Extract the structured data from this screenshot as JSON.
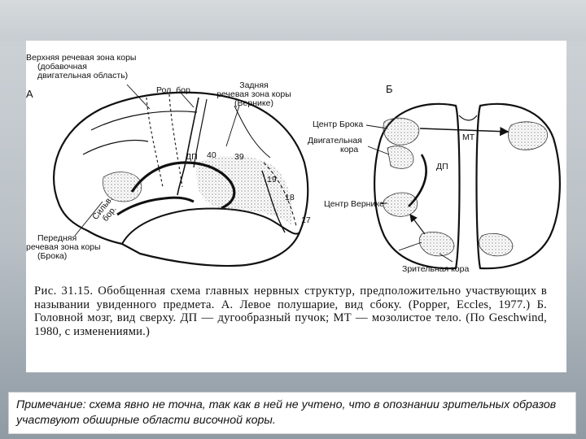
{
  "figure": {
    "panel_a": {
      "letter": "А",
      "labels": {
        "upper_speech": [
          "Верхняя речевая зона коры",
          "(добавочная",
          "двигательная область)"
        ],
        "rol_bor": "Рол. бор.",
        "posterior_speech": [
          "Задняя",
          "речевая зона коры",
          "(Вернике)"
        ],
        "dp": "ДП",
        "area_40": "40",
        "area_39": "39",
        "area_19": "19",
        "area_18": "18",
        "area_17": "17",
        "silv_bor": [
          "Сильв.",
          "бор."
        ],
        "anterior_speech": [
          "Передняя",
          "речевая зона коры",
          "(Брока)"
        ]
      }
    },
    "panel_b": {
      "letter": "Б",
      "labels": {
        "broca_center": "Центр Брока",
        "motor_cortex": [
          "Двигательная",
          "кора"
        ],
        "mt": "МТ",
        "dp": "ДП",
        "wernicke_center": "Центр Вернике",
        "visual_cortex": "Зрительная кора"
      }
    },
    "caption": {
      "lead": "Рис. 31.15. Обобщенная схема главных нервных структур, предположительно",
      "rest": "участвующих в назывании увиденного предмета. А. Левое полушарие, вид сбоку. (Popper, Eccles, 1977.) Б. Головной мозг, вид сверху. ДП — дугообразный пучок; МТ — мозолистое тело. (По Geschwind, 1980, с изменениями.)"
    }
  },
  "note": {
    "text": "Примечание: схема явно не точна, так как в ней не учтено, что в опознании зрительных образов участвуют обширные области височной коры."
  }
}
